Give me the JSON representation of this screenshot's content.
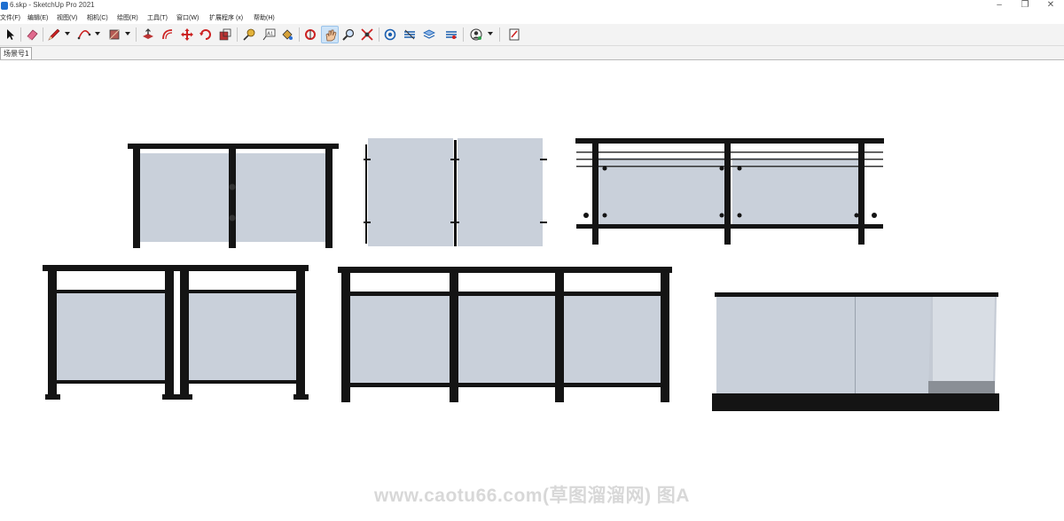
{
  "window": {
    "title": "6.skp - SketchUp Pro 2021",
    "controls": [
      "–",
      "❐",
      "✕"
    ]
  },
  "menu": {
    "items": [
      "文件(F)",
      "编辑(E)",
      "视图(V)",
      "相机(C)",
      "绘图(R)",
      "工具(T)",
      "窗口(W)",
      "扩展程序 (x)",
      "帮助(H)"
    ]
  },
  "toolbar": {
    "tools": [
      {
        "name": "select-tool-icon",
        "active": false
      },
      {
        "name": "eraser-tool-icon",
        "active": false
      },
      {
        "name": "pencil-line-tool-icon",
        "active": false,
        "dropdown": true
      },
      {
        "name": "arc-tool-icon",
        "active": false,
        "dropdown": true
      },
      {
        "name": "rectangle-tool-icon",
        "active": false,
        "dropdown": true
      },
      {
        "name": "push-pull-tool-icon",
        "active": false
      },
      {
        "name": "offset-tool-icon",
        "active": false
      },
      {
        "name": "move-tool-icon",
        "active": false
      },
      {
        "name": "rotate-tool-icon",
        "active": false
      },
      {
        "name": "scale-tool-icon",
        "active": false
      },
      {
        "name": "tape-measure-tool-icon",
        "active": false
      },
      {
        "name": "text-tool-icon",
        "active": false
      },
      {
        "name": "paint-bucket-tool-icon",
        "active": false
      },
      {
        "name": "orbit-tool-icon",
        "active": false
      },
      {
        "name": "pan-tool-icon",
        "active": true
      },
      {
        "name": "zoom-tool-icon",
        "active": false
      },
      {
        "name": "zoom-extents-tool-icon",
        "active": false
      },
      {
        "name": "3d-warehouse-icon",
        "active": false
      },
      {
        "name": "extension-warehouse-icon",
        "active": false
      },
      {
        "name": "layout-send-icon",
        "active": false
      },
      {
        "name": "extension-manager-icon",
        "active": false
      },
      {
        "name": "account-icon",
        "active": false,
        "dropdown": true
      },
      {
        "name": "send-to-layout-icon",
        "active": false
      }
    ],
    "active_color": "#cde3f7"
  },
  "scenes": {
    "tabs": [
      "场景号1"
    ]
  },
  "viewport": {
    "model": "railings",
    "frame_color": "#141414",
    "glass_color": "#c9d0da",
    "background": "#ffffff"
  },
  "watermark": {
    "text": "www.caotu66.com(草图溜溜网) 图A"
  }
}
